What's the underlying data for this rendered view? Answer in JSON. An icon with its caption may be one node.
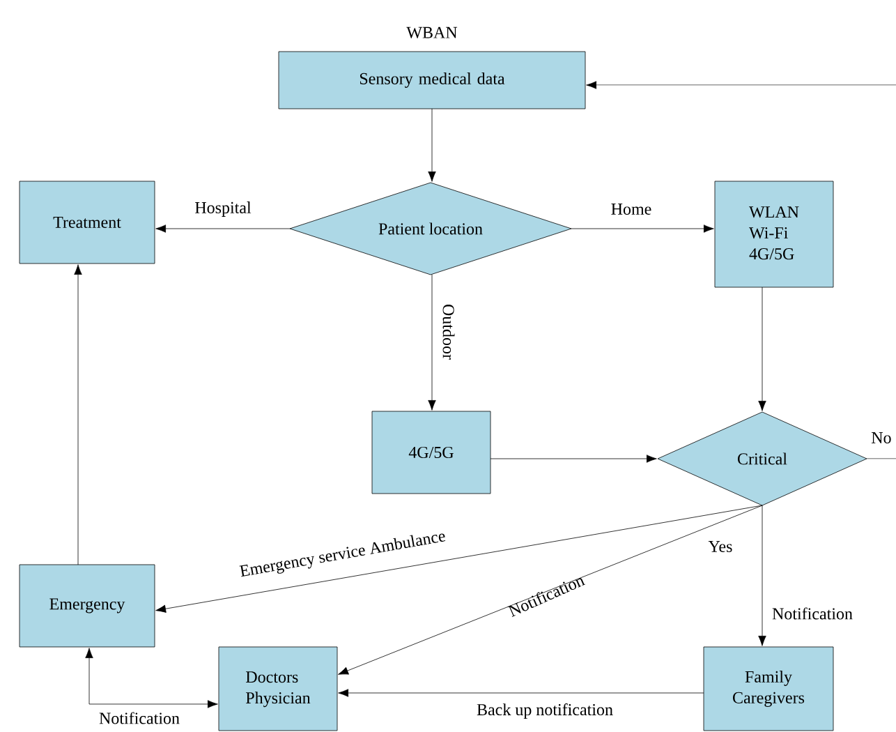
{
  "diagram": {
    "nodes": [
      {
        "text": [
          "Sensory medical data"
        ],
        "beside": [
          "WBAN"
        ]
      },
      {
        "text": [
          "Patient location"
        ]
      },
      {
        "text": [
          "Treatment"
        ]
      },
      {
        "text": [
          "WLAN",
          "Wi-Fi",
          "4G/5G"
        ]
      },
      {
        "text": [
          "4G/5G"
        ]
      },
      {
        "text": [
          "Critical"
        ]
      },
      {
        "text": [
          "Emergency"
        ]
      },
      {
        "text": [
          "Doctors",
          "Physician"
        ]
      },
      {
        "text": [
          "Family Caregivers"
        ]
      }
    ],
    "edges": [
      {
        "from": 0,
        "to": 1,
        "arrow": "to"
      },
      {
        "from": 1,
        "to": 2,
        "arrow": "to",
        "label": "Hospital"
      },
      {
        "from": 1,
        "to": 3,
        "arrow": "to",
        "label": "Home"
      },
      {
        "from": 1,
        "to": 4,
        "arrow": "to",
        "label": "Outdoor"
      },
      {
        "from": 3,
        "to": 5,
        "arrow": "to"
      },
      {
        "from": 4,
        "to": 5,
        "arrow": "to"
      },
      {
        "from": 5,
        "to": null,
        "arrow": "none",
        "label": "No"
      },
      {
        "from": null,
        "to": 0,
        "arrow": "to"
      },
      {
        "from": 5,
        "to": 6,
        "arrow": "to",
        "label": "Emergency service Ambulance"
      },
      {
        "from": 5,
        "to": 7,
        "arrow": "to",
        "label": "Notification"
      },
      {
        "from": 5,
        "to": 8,
        "arrow": "to",
        "label": "Yes"
      },
      {
        "from": 8,
        "to": 7,
        "arrow": "to",
        "label": "Back up notification"
      },
      {
        "from": 6,
        "to": 2,
        "arrow": "to"
      },
      {
        "from": 7,
        "to": 6,
        "arrow": "both",
        "label": "Notification"
      }
    ],
    "labels": [
      "Notification"
    ]
  }
}
